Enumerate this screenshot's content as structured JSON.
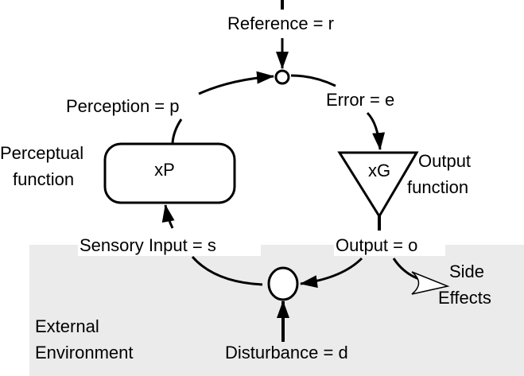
{
  "labels": {
    "reference": "Reference = r",
    "perception": "Perception = p",
    "error": "Error = e",
    "perceptual_function_line1": "Perceptual",
    "perceptual_function_line2": "function",
    "perceptual_box": "xP",
    "output_box": "xG",
    "output_function_line1": "Output",
    "output_function_line2": "function",
    "sensory_input": "Sensory Input = s",
    "output": "Output = o",
    "side_effects_line1": "Side",
    "side_effects_line2": "Effects",
    "environment_line1": "External",
    "environment_line2": "Environment",
    "disturbance": "Disturbance = d"
  },
  "colors": {
    "environment_fill": "#ebebeb",
    "stroke": "#000000"
  }
}
